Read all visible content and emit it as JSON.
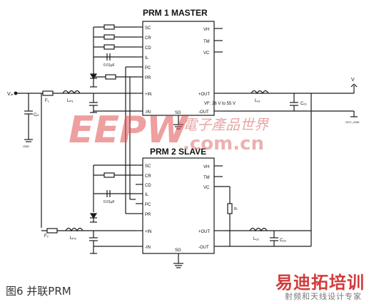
{
  "chip1": {
    "title": "PRM 1 MASTER",
    "pins_left": [
      "SC",
      "CR",
      "CD",
      "IL",
      "PC",
      "PR",
      "+IN",
      "-IN"
    ],
    "pins_right": [
      "VH",
      "TM",
      "VC",
      "+OUT",
      "-OUT"
    ],
    "pin_bottom": "SG"
  },
  "chip2": {
    "title": "PRM 2 SLAVE",
    "pins_left": [
      "SC",
      "CR",
      "CD",
      "IL",
      "PC",
      "PR",
      "+IN",
      "-IN"
    ],
    "pins_right": [
      "VH",
      "TM",
      "VC",
      "+OUT",
      "-OUT"
    ],
    "pin_bottom": "SG"
  },
  "labels": {
    "vin": "Vᵢₙ",
    "f1": "F₁",
    "f2": "F₂",
    "lin1": "Lᵢₙ₁",
    "lin2": "Lᵢₙ₂",
    "cin": "Cᵢₙ",
    "cap_nf1": "0.01μF",
    "cap_nf2": "0.01μF",
    "vf_text": "VF: 26 V to 55 V",
    "lo1": "Lₒ₁",
    "lo2": "Lₒ₂",
    "co1": "Cₒ₁",
    "co2": "Cₒ₂",
    "rt": "Rₜ",
    "vout": "V",
    "out_gnd": "OUT_GND",
    "gnd": "GND"
  },
  "watermark": {
    "main": "EEPW",
    "cn": "電子產品世界",
    "url": ".com.cn"
  },
  "caption": "图6  并联PRM",
  "logo": {
    "cn": "易迪拓培训",
    "sub": "射频和天线设计专家"
  }
}
